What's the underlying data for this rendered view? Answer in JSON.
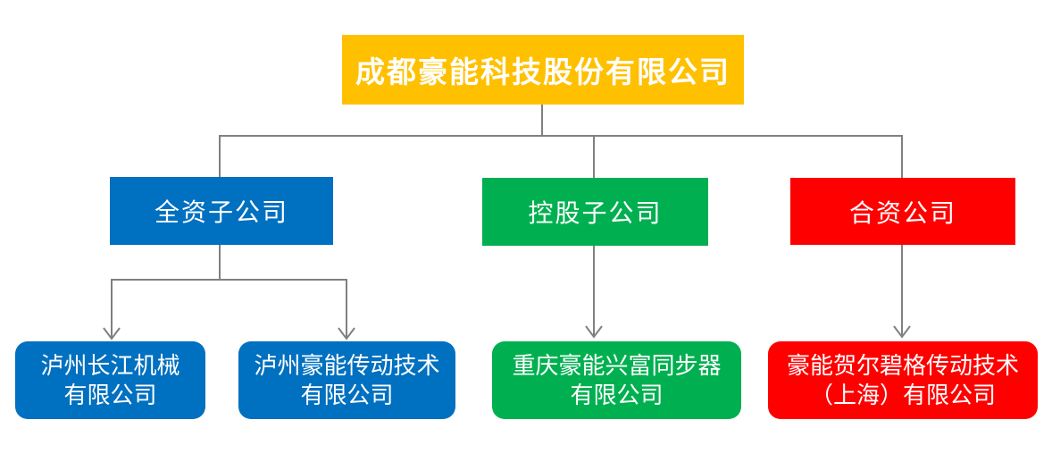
{
  "page": {
    "background_color": "#FFFFFF"
  },
  "diagram": {
    "type": "org-chart",
    "connector_color": "#808080",
    "text_color": "#FFFFFF",
    "root": {
      "label": "成都豪能科技股份有限公司",
      "color": "#FFC000"
    },
    "categories": [
      {
        "label": "全资子公司",
        "color": "#0070C0",
        "children": [
          {
            "label": "泸州长江机械\n有限公司"
          },
          {
            "label": "泸州豪能传动技术\n有限公司"
          }
        ]
      },
      {
        "label": "控股子公司",
        "color": "#00B050",
        "children": [
          {
            "label": "重庆豪能兴富同步器\n有限公司"
          }
        ]
      },
      {
        "label": "合资公司",
        "color": "#FF0000",
        "children": [
          {
            "label": "豪能贺尔碧格传动技术\n（上海）有限公司"
          }
        ]
      }
    ]
  }
}
